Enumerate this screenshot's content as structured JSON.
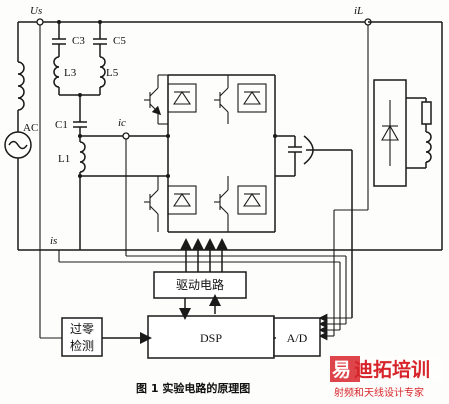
{
  "labels": {
    "us": "Us",
    "il": "iL",
    "ic": "ic",
    "is": "is",
    "ac": "AC",
    "c1": "C1",
    "l1": "L1",
    "c3": "C3",
    "l3": "L3",
    "c5": "C5",
    "l5": "L5"
  },
  "blocks": {
    "driver": "驱动电路",
    "dsp": "DSP",
    "zero_cross": [
      "过零",
      "检测"
    ],
    "adc": "A/D"
  },
  "caption": "图 1  实验电路的原理图",
  "watermark": {
    "brand": "易迪拓培训",
    "tagline": "射频和天线设计专家"
  },
  "colors": {
    "ink": "#1a1a1a",
    "paper": "#fdfdfb",
    "watermark": "#d7242a"
  }
}
